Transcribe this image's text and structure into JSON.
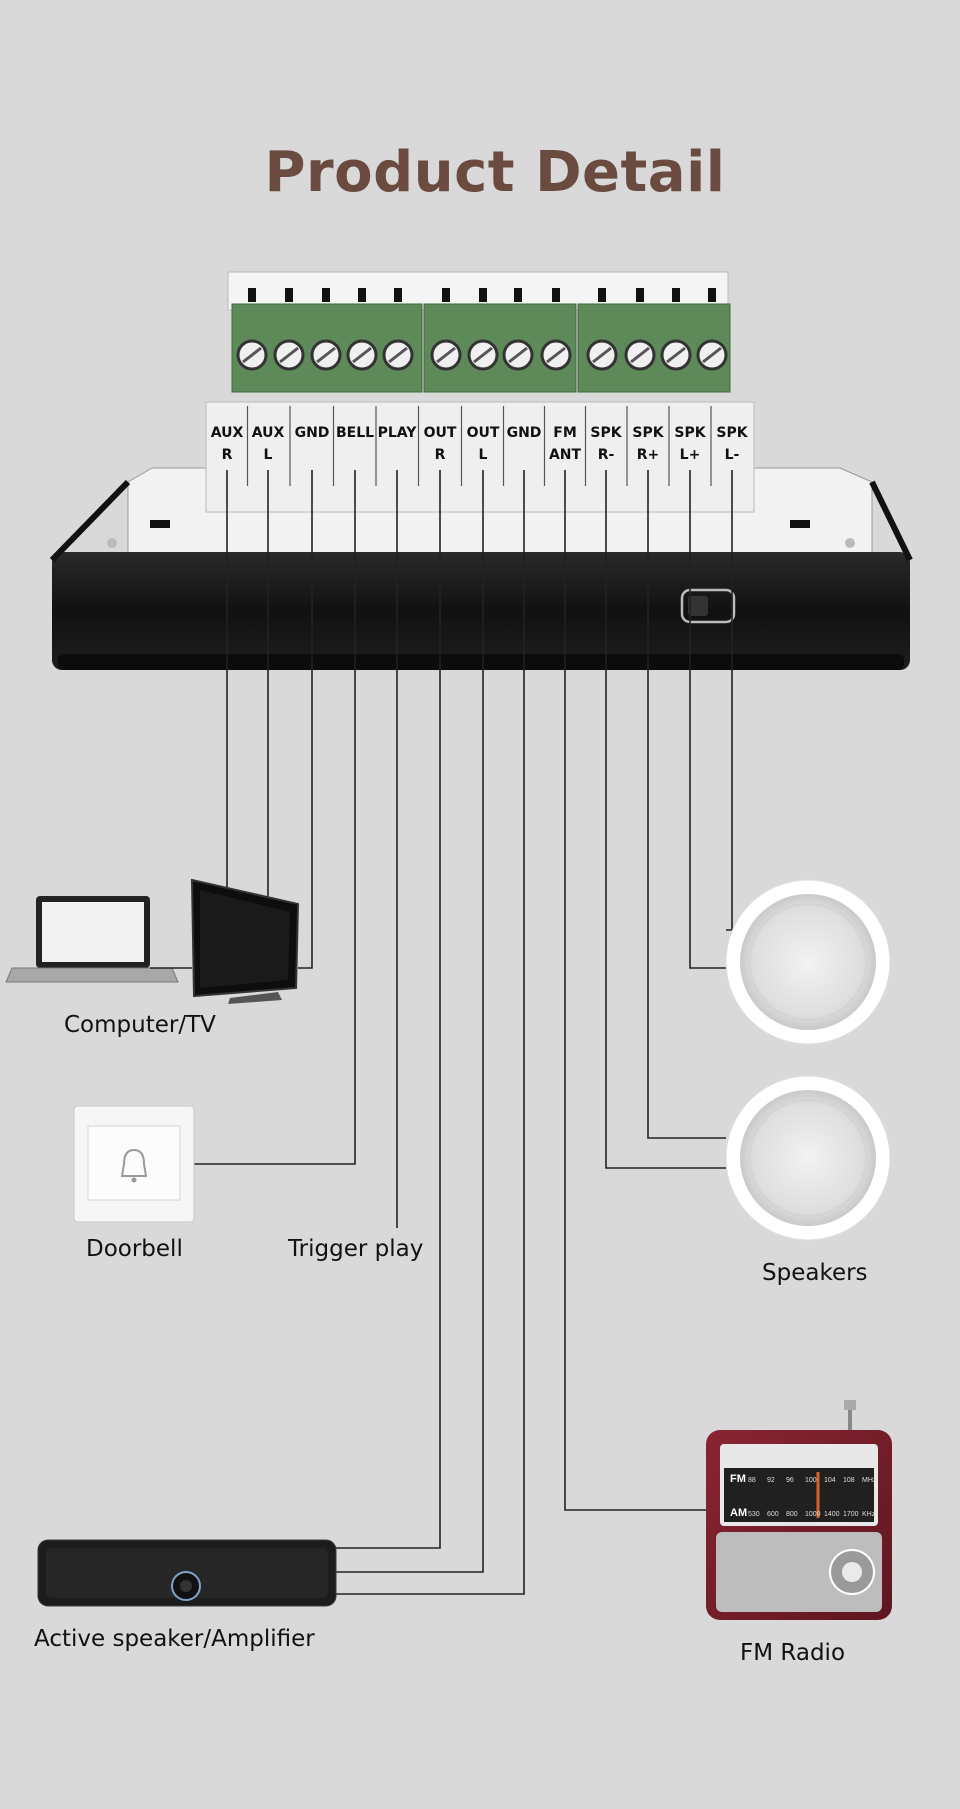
{
  "title": "Product Detail",
  "terminals": [
    {
      "top": "AUX",
      "bottom": "R"
    },
    {
      "top": "AUX",
      "bottom": "L"
    },
    {
      "top": "GND",
      "bottom": ""
    },
    {
      "top": "BELL",
      "bottom": ""
    },
    {
      "top": "PLAY",
      "bottom": ""
    },
    {
      "top": "OUT",
      "bottom": "R"
    },
    {
      "top": "OUT",
      "bottom": "L"
    },
    {
      "top": "GND",
      "bottom": ""
    },
    {
      "top": "FM",
      "bottom": "ANT"
    },
    {
      "top": "SPK",
      "bottom": "R-"
    },
    {
      "top": "SPK",
      "bottom": "R+"
    },
    {
      "top": "SPK",
      "bottom": "L+"
    },
    {
      "top": "SPK",
      "bottom": "L-"
    }
  ],
  "devices": {
    "computer_tv": "Computer/TV",
    "doorbell": "Doorbell",
    "trigger_play": "Trigger play",
    "speakers": "Speakers",
    "amplifier": "Active speaker/Amplifier",
    "fm_radio": "FM Radio"
  },
  "radio_scale": {
    "fm_label": "FM",
    "am_label": "AM",
    "fm_ticks": [
      "88",
      "92",
      "96",
      "100",
      "104",
      "108"
    ],
    "am_ticks": [
      "530",
      "600",
      "800",
      "1000",
      "1400",
      "1700"
    ],
    "fm_unit": "MHz",
    "am_unit": "KHz"
  },
  "colors": {
    "title": "#6b4a3f",
    "terminal_block": "#5e8a5a",
    "device_body": "#1c1c1c",
    "radio_body": "#7a1f2b",
    "wire": "#222222"
  }
}
